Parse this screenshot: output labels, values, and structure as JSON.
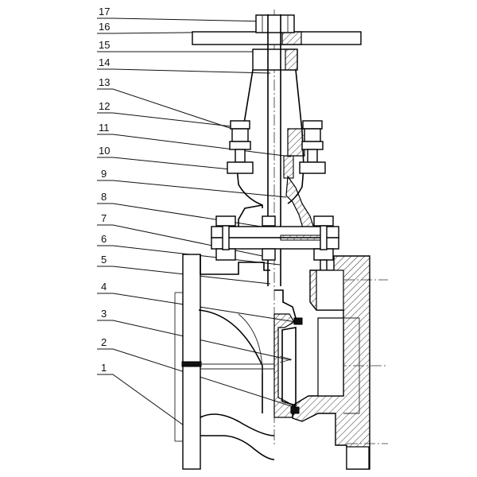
{
  "part_labels": [
    "1",
    "2",
    "3",
    "4",
    "5",
    "6",
    "7",
    "8",
    "9",
    "10",
    "11",
    "12",
    "13",
    "14",
    "15",
    "16",
    "17"
  ],
  "colors": {
    "line": "#000000",
    "hatch": "#333333",
    "background": "#ffffff"
  }
}
